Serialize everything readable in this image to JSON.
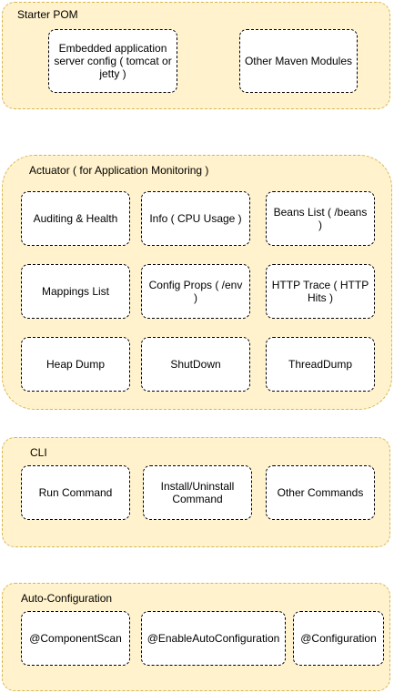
{
  "colors": {
    "group_fill": "#fff2cc",
    "group_border": "#d6b656",
    "node_fill": "#ffffff",
    "node_border": "#000000"
  },
  "groups": {
    "starter_pom": {
      "title": "Starter POM",
      "items": [
        "Embedded application server config ( tomcat or jetty )",
        "Other Maven Modules"
      ]
    },
    "actuator": {
      "title": "Actuator ( for Application Monitoring )",
      "items": [
        "Auditing & Health",
        "Info ( CPU Usage )",
        "Beans List ( /beans )",
        "Mappings List",
        "Config Props ( /env )",
        "HTTP Trace ( HTTP Hits )",
        "Heap Dump",
        "ShutDown",
        "ThreadDump"
      ]
    },
    "cli": {
      "title": "CLI",
      "items": [
        "Run Command",
        "Install/Uninstall Command",
        "Other Commands"
      ]
    },
    "auto_configuration": {
      "title": "Auto-Configuration",
      "items": [
        "@ComponentScan",
        "@EnableAutoConfiguration",
        "@Configuration"
      ]
    }
  }
}
